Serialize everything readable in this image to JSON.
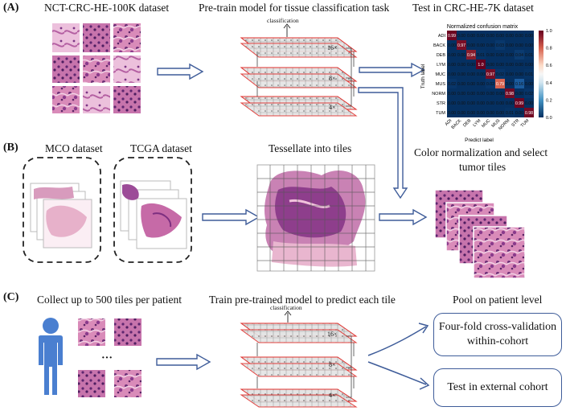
{
  "panels": {
    "a": {
      "label": "(A)",
      "dataset_title": "NCT-CRC-HE-100K dataset",
      "pretrain_title": "Pre-train model for tissue classification task",
      "test_title": "Test in CRC-HE-7K dataset",
      "classification": "classification",
      "scales": [
        "16×",
        "8×",
        "4×"
      ]
    },
    "b": {
      "label": "(B)",
      "mco_title": "MCO dataset",
      "tcga_title": "TCGA dataset",
      "tessellate_title": "Tessellate into tiles",
      "color_title_line1": "Color normalization and select",
      "color_title_line2": "tumor tiles"
    },
    "c": {
      "label": "(C)",
      "collect_title": "Collect up to 500 tiles per patient",
      "train_title": "Train pre-trained model to predict each tile",
      "pool_title": "Pool on patient level",
      "ellipsis": "···",
      "classification": "classification",
      "scales": [
        "16×",
        "8×",
        "4×"
      ],
      "box1_line1": "Four-fold cross-validation",
      "box1_line2": "within-cohort",
      "box2": "Test in external cohort"
    }
  },
  "colors": {
    "arrow": "#3e5c99",
    "tile_border": "#e0302d",
    "person": "#4a7fd0"
  },
  "chart_data": {
    "type": "heatmap",
    "title": "Normalized confusion matrix",
    "xlabel": "Predict label",
    "ylabel": "Truth label",
    "classes": [
      "ADI",
      "BACK",
      "DEB",
      "LYM",
      "MUC",
      "MUS",
      "NORM",
      "STR",
      "TUM"
    ],
    "matrix": [
      [
        0.99,
        0.0,
        0.0,
        0.0,
        0.0,
        0.0,
        0.0,
        0.0,
        0.0
      ],
      [
        0.0,
        0.97,
        0.0,
        0.0,
        0.0,
        0.03,
        0.0,
        0.0,
        0.0
      ],
      [
        0.0,
        0.0,
        0.94,
        0.01,
        0.0,
        0.0,
        0.0,
        0.04,
        0.01
      ],
      [
        0.0,
        0.0,
        0.0,
        1.0,
        0.0,
        0.0,
        0.0,
        0.0,
        0.0
      ],
      [
        0.0,
        0.0,
        0.0,
        0.0,
        0.97,
        0.02,
        0.0,
        0.0,
        0.01
      ],
      [
        0.02,
        0.0,
        0.0,
        0.0,
        0.02,
        0.79,
        0.0,
        0.16,
        0.0
      ],
      [
        0.0,
        0.0,
        0.0,
        0.0,
        0.0,
        0.0,
        0.98,
        0.0,
        0.02
      ],
      [
        0.0,
        0.0,
        0.0,
        0.0,
        0.0,
        0.0,
        0.0,
        0.99,
        0.0
      ],
      [
        0.0,
        0.0,
        0.0,
        0.0,
        0.0,
        0.0,
        0.01,
        0.0,
        0.98
      ]
    ],
    "colorbar_ticks": [
      "1.0",
      "0.8",
      "0.6",
      "0.4",
      "0.2",
      "0.0"
    ],
    "vmin": 0,
    "vmax": 1
  }
}
